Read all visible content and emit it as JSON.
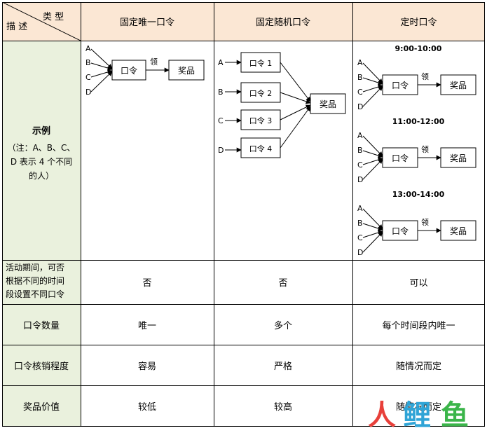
{
  "corner": {
    "type": "类 型",
    "desc": "描 述"
  },
  "headers": [
    "固定唯一口令",
    "固定随机口令",
    "定时口令"
  ],
  "example_label": {
    "title": "示例",
    "note_lines": [
      "（注：A、B、C、",
      "D 表示 4 个不同",
      "的人）"
    ]
  },
  "rows": [
    {
      "label_lines": [
        "活动期间，可否",
        "根据不同的时间",
        "段设置不同口令"
      ],
      "values": [
        "否",
        "否",
        "可以"
      ]
    },
    {
      "label_lines": [
        "口令数量"
      ],
      "values": [
        "唯一",
        "多个",
        "每个时间段内唯一"
      ]
    },
    {
      "label_lines": [
        "口令核销程度"
      ],
      "values": [
        "容易",
        "严格",
        "随情况而定"
      ]
    },
    {
      "label_lines": [
        "奖品价值"
      ],
      "values": [
        "较低",
        "较高",
        "随情况而定"
      ]
    }
  ],
  "diagram": {
    "people": [
      "A",
      "B",
      "C",
      "D"
    ],
    "code": "口令",
    "receive": "领",
    "prize": "奖品",
    "random_codes": [
      "口令 1",
      "口令 2",
      "口令 3",
      "口令 4"
    ],
    "time_slots": [
      "9:00-10:00",
      "11:00-12:00",
      "13:00-14:00"
    ]
  },
  "watermark": {
    "chars": [
      "人",
      "鲤",
      "鱼"
    ],
    "colors": [
      "#e8403a",
      "#2fa4d6",
      "#3bb54a"
    ]
  }
}
